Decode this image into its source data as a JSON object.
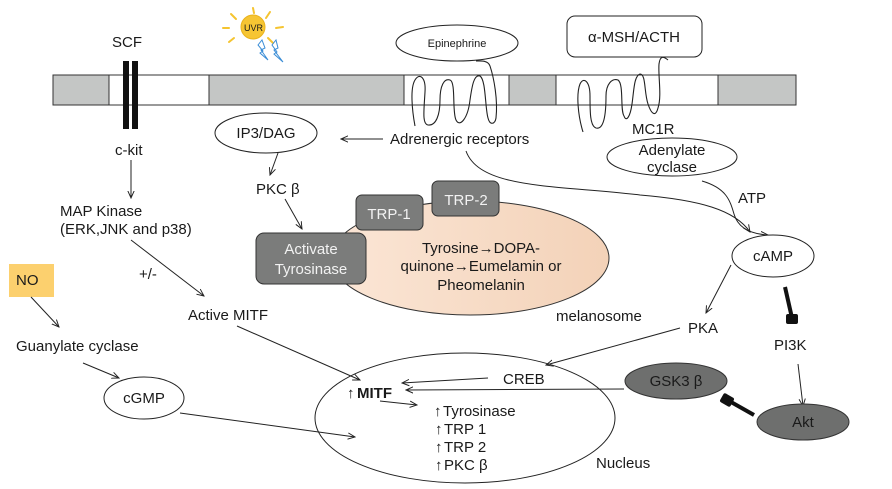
{
  "membrane": {
    "segments": [
      "gray",
      "white",
      "gray",
      "white",
      "gray",
      "white",
      "gray"
    ]
  },
  "colors": {
    "membrane_gray": "#c4c6c5",
    "dark_box": "#7b7c7b",
    "dark_ellipse": "#6e6f6e",
    "melanosome_fill": "#f7dcc6",
    "no_box": "#fcd06e",
    "sun": "#f5c430",
    "lightning": "#3a8dd6"
  },
  "labels": {
    "scf": "SCF",
    "uvr": "UVR",
    "epinephrine": "Epinephrine",
    "msh": "α-MSH/ACTH",
    "ckit": "c-kit",
    "ip3dag": "IP3/DAG",
    "adrenergic": "Adrenergic receptors",
    "mc1r": "MC1R",
    "adenylate_1": "Adenylate",
    "adenylate_2": "cyclase",
    "pkc": "PKC β",
    "map_1": "MAP Kinase",
    "map_2": "(ERK,JNK and p38)",
    "trp1": "TRP-1",
    "trp2": "TRP-2",
    "atp": "ATP",
    "activate_1": "Activate",
    "activate_2": "Tyrosinase",
    "melano_1": "Tyrosine→DOPA-",
    "melano_2": "quinone→Eumelamin or",
    "melano_3": "Pheomelanin",
    "camp": "cAMP",
    "plusminus": "+/-",
    "no": "NO",
    "active_mitf": "Active MITF",
    "melanosome": "melanosome",
    "pka": "PKA",
    "pi3k": "PI3K",
    "guanylate": "Guanylate cyclase",
    "creb": "CREB",
    "gsk3": "GSK3 β",
    "mitf": "MITF",
    "cgmp": "cGMP",
    "tyrosinase": "Tyrosinase",
    "trp_1": "TRP 1",
    "trp_2": "TRP 2",
    "pkc_b": "PKC β",
    "akt": "Akt",
    "nucleus": "Nucleus",
    "up_arrow": "↑"
  }
}
